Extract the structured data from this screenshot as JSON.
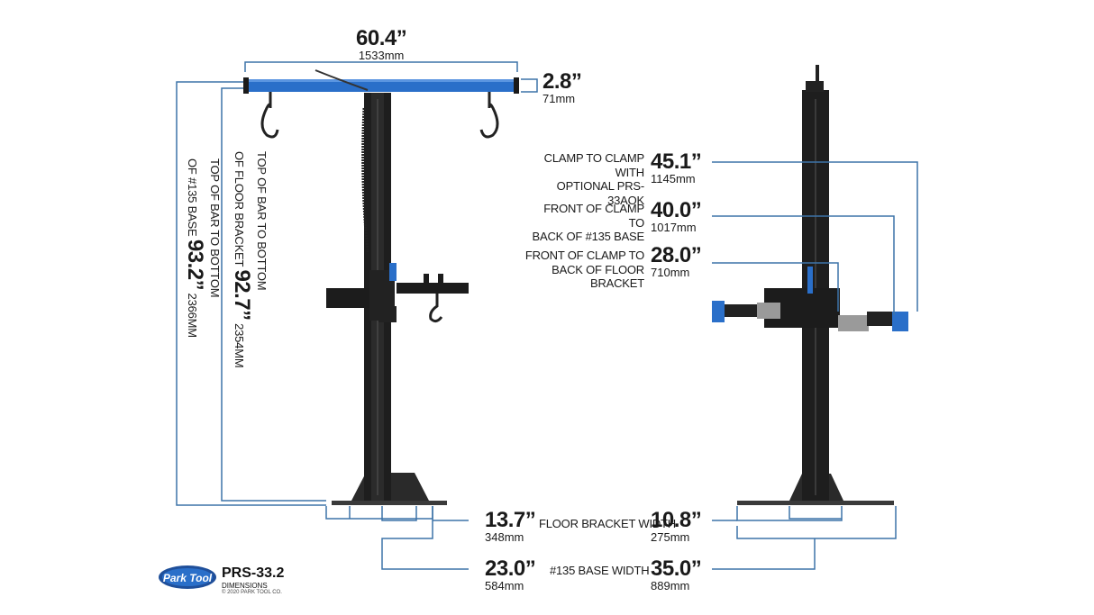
{
  "colors": {
    "accent": "#2a6fc9",
    "line": "#3d73a8",
    "frame": "#1b1b1b",
    "dark": "#2a2a2a"
  },
  "width_top": {
    "in": "60.4”",
    "mm": "1533mm"
  },
  "bar_height": {
    "in": "2.8”",
    "mm": "71mm"
  },
  "height_floor_bracket": {
    "line1": "TOP OF BAR TO BOTTOM",
    "line2": "OF FLOOR BRACKET",
    "in": "92.7”",
    "mm": "2354mm"
  },
  "height_base": {
    "line1": "TOP OF BAR TO BOTTOM",
    "line2": "OF #135 BASE",
    "in": "93.2”",
    "mm": "2366mm"
  },
  "clamp_optional": {
    "line1": "CLAMP TO CLAMP WITH",
    "line2": "OPTIONAL PRS-33AOK",
    "in": "45.1”",
    "mm": "1145mm"
  },
  "clamp_base": {
    "line1": "FRONT OF CLAMP TO",
    "line2": "BACK OF #135 BASE",
    "in": "40.0”",
    "mm": "1017mm"
  },
  "clamp_bracket": {
    "line1": "FRONT OF CLAMP TO",
    "line2": "BACK OF FLOOR BRACKET",
    "in": "28.0”",
    "mm": "710mm"
  },
  "floor_bracket": {
    "label": "FLOOR BRACKET WIDTH",
    "left_in": "13.7”",
    "left_mm": "348mm",
    "right_in": "10.8”",
    "right_mm": "275mm"
  },
  "base_width": {
    "label": "#135 BASE WIDTH",
    "left_in": "23.0”",
    "left_mm": "584mm",
    "right_in": "35.0”",
    "right_mm": "889mm"
  },
  "branding": {
    "logo": "Park Tool",
    "model": "PRS-33.2",
    "subtitle": "DIMENSIONS",
    "copyright": "© 2020 PARK TOOL CO."
  }
}
